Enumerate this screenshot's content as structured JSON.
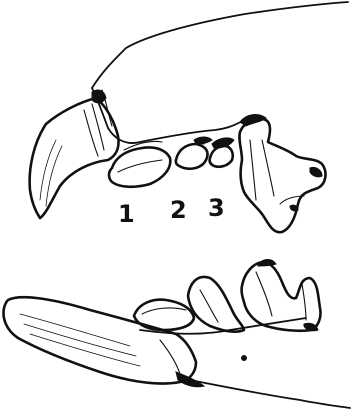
{
  "labels": {
    "tooth_1": "1",
    "tooth_2": "2",
    "tooth_3": "3"
  }
}
